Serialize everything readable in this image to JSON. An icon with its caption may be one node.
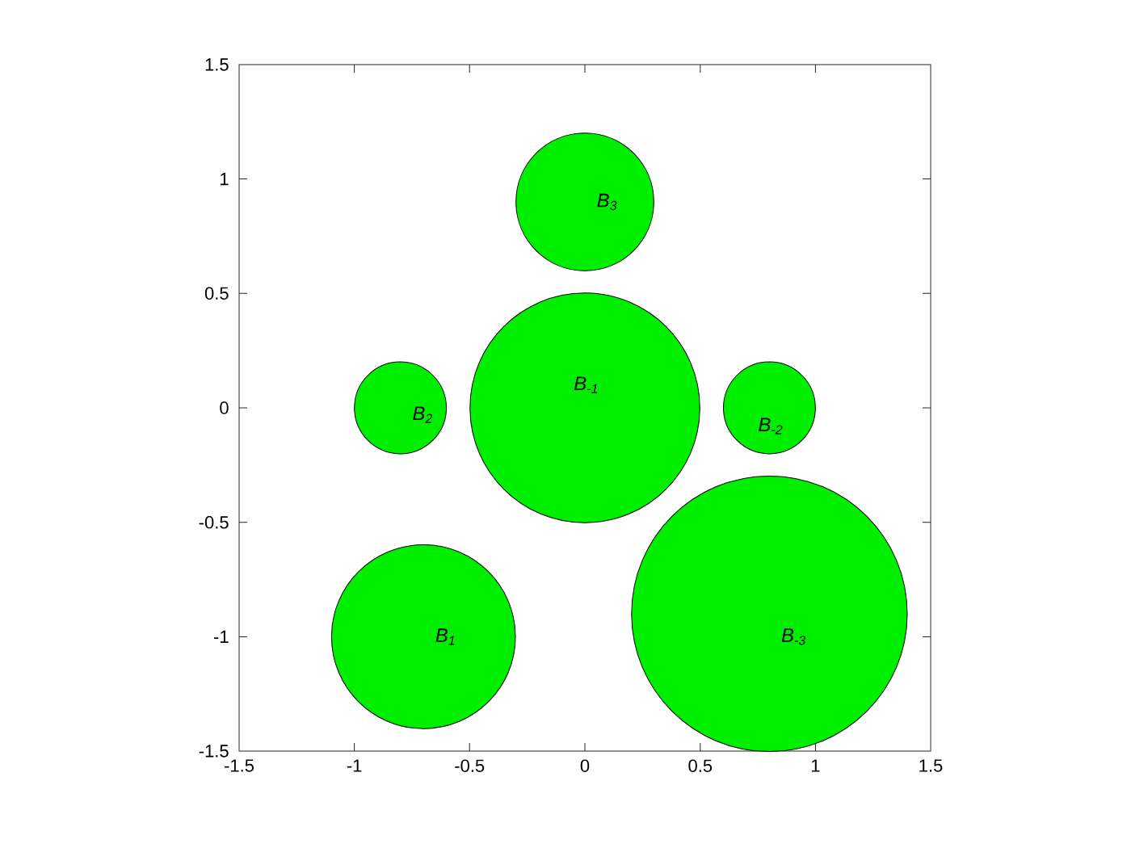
{
  "diagram": {
    "nodes": [
      {
        "text": [
          "B$_{3}$"
        ]
      },
      {
        "text": [
          "B$_{-1}$"
        ]
      },
      {
        "text": [
          "B$_{2}$"
        ]
      },
      {
        "text": [
          "B$_{-2}$"
        ]
      },
      {
        "text": [
          "B$_{1}$"
        ]
      },
      {
        "text": [
          "B$_{-3}$"
        ]
      }
    ],
    "labels": [
      "1.5",
      "1",
      "0.5",
      "0",
      "-0.5",
      "-1",
      "-1.5",
      "-1.5",
      "-1",
      "-0.5",
      "0",
      "0.5",
      "1",
      "1.5"
    ]
  }
}
